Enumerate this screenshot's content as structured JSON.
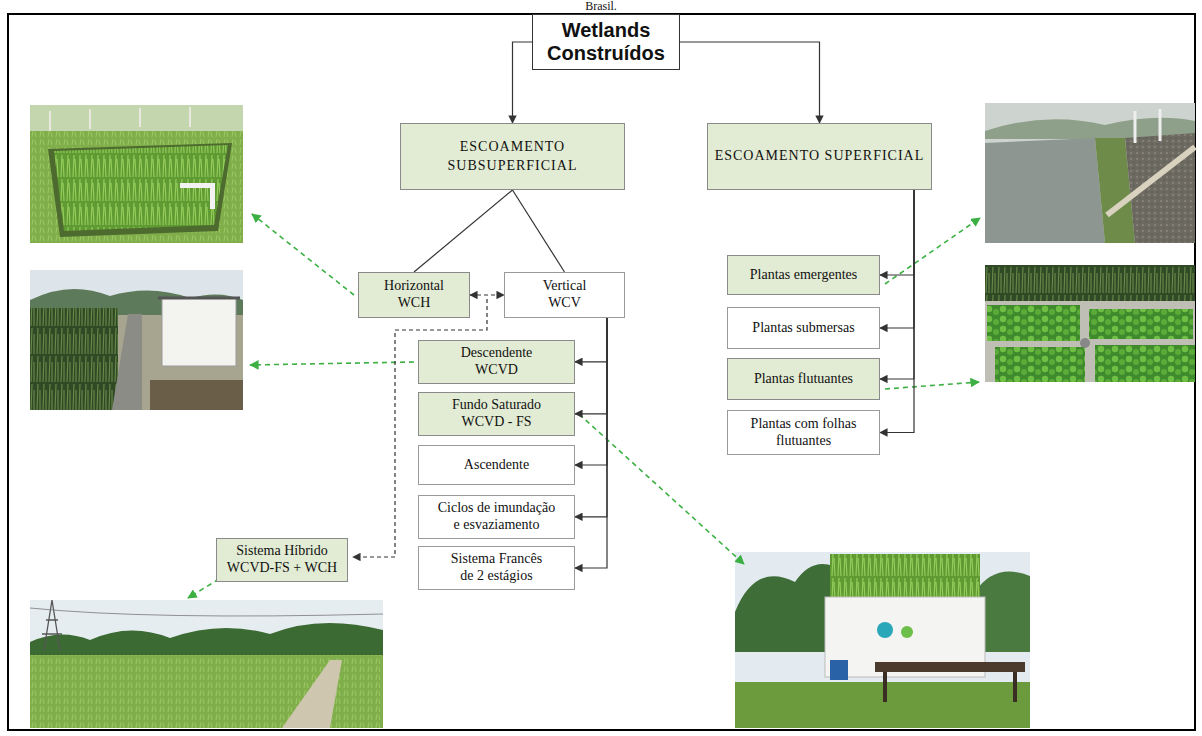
{
  "diagram": {
    "nodes": [
      {
        "text": [
          "Wetlands Construídos"
        ]
      },
      {
        "text": [
          "ESCOAMENTO SUBSUPERFICIAL"
        ]
      },
      {
        "text": [
          "ESCOAMENTO SUPERFICIAL"
        ]
      },
      {
        "text": [
          "Horizontal WCH"
        ]
      },
      {
        "text": [
          "Vertical WCV"
        ]
      },
      {
        "text": [
          "Plantas emergentes"
        ]
      },
      {
        "text": [
          "Plantas submersas"
        ]
      },
      {
        "text": [
          "Plantas flutuantes"
        ]
      },
      {
        "text": [
          "Plantas com folhas flutuantes"
        ]
      },
      {
        "text": [
          "Descendente WCVD"
        ]
      },
      {
        "text": [
          "Fundo Saturado WCVD - FS"
        ]
      },
      {
        "text": [
          "Ascendente"
        ]
      },
      {
        "text": [
          "Ciclos de imundação e esvaziamento"
        ]
      },
      {
        "text": [
          "Sistema Francês de 2 estágios"
        ]
      },
      {
        "text": [
          "Sistema Híbrido WCVD-FS + WCH"
        ]
      }
    ],
    "edges": [
      {
        "from": 0,
        "to": 1,
        "arrow": "to"
      },
      {
        "from": 0,
        "to": 2,
        "arrow": "to"
      },
      {
        "from": 1,
        "to": 3,
        "arrow": "none"
      },
      {
        "from": 1,
        "to": 4,
        "arrow": "none"
      },
      {
        "from": 3,
        "to": 4,
        "arrow": "both"
      },
      {
        "from": 2,
        "to": 5,
        "arrow": "to"
      },
      {
        "from": 2,
        "to": 6,
        "arrow": "to"
      },
      {
        "from": 2,
        "to": 7,
        "arrow": "to"
      },
      {
        "from": 2,
        "to": 8,
        "arrow": "to"
      },
      {
        "from": 4,
        "to": 9,
        "arrow": "to"
      },
      {
        "from": 4,
        "to": 10,
        "arrow": "to"
      },
      {
        "from": 4,
        "to": 11,
        "arrow": "to"
      },
      {
        "from": 4,
        "to": 12,
        "arrow": "to"
      },
      {
        "from": 4,
        "to": 13,
        "arrow": "to"
      }
    ],
    "labels": [
      "Brasil."
    ]
  }
}
